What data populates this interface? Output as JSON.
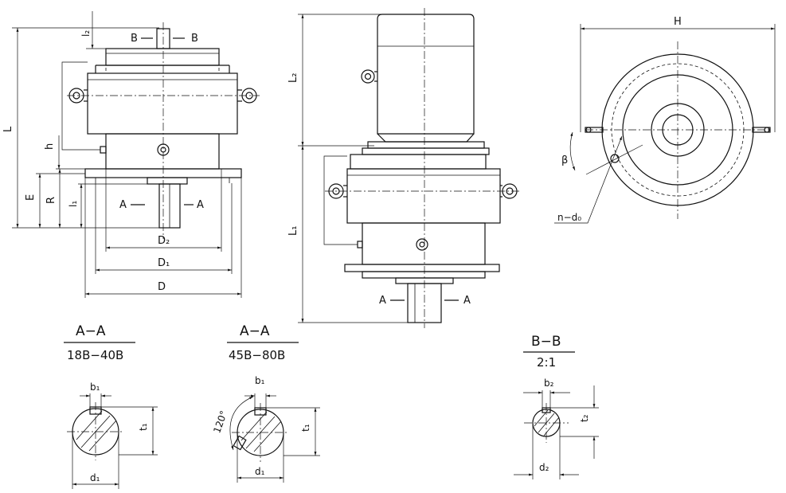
{
  "front_view": {
    "dims": {
      "L": "L",
      "l2": "l₂",
      "h": "h",
      "E": "E",
      "R": "R",
      "l1": "l₁",
      "D2": "D₂",
      "D1": "D₁",
      "D": "D"
    },
    "section_marks": {
      "B_left": "B",
      "B_right": "B",
      "A_left": "A",
      "A_right": "A"
    }
  },
  "side_view": {
    "dims": {
      "L2": "L₂",
      "L1": "L₁"
    },
    "section_marks": {
      "A_left": "A",
      "A_right": "A"
    }
  },
  "top_view": {
    "dims": {
      "H": "H",
      "beta": "β",
      "n_d0": "n−d₀"
    }
  },
  "section_A_small": {
    "title": "A−A",
    "subtitle": "18B−40B",
    "dims": {
      "b1": "b₁",
      "t1": "t₁",
      "d1": "d₁"
    }
  },
  "section_A_large": {
    "title": "A−A",
    "subtitle": "45B−80B",
    "dims": {
      "b1": "b₁",
      "t1": "t₁",
      "d1": "d₁",
      "angle": "120°"
    }
  },
  "section_B": {
    "title": "B−B",
    "subtitle": "2:1",
    "dims": {
      "b2": "b₂",
      "t2": "t₂",
      "d2": "d₂"
    }
  }
}
